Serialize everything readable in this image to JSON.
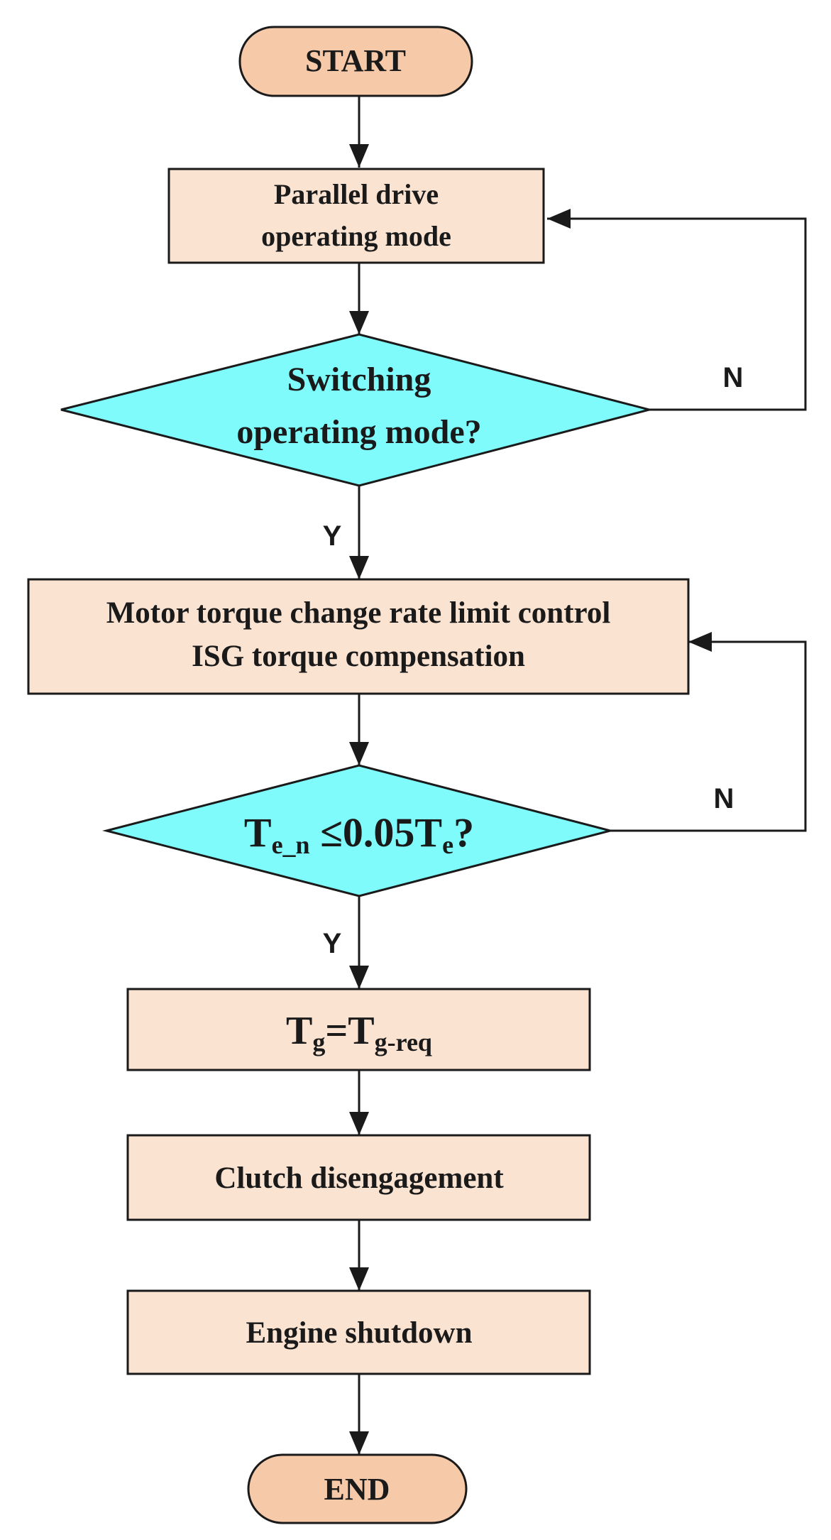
{
  "colors": {
    "terminal_fill": "#F6C9A8",
    "process_fill": "#FBE3D2",
    "decision_fill": "#7FFBFB",
    "stroke": "#1a1a1a",
    "background": "#FFFFFF"
  },
  "flowchart": {
    "start": "START",
    "parallel_drive": {
      "line1": "Parallel drive",
      "line2": "operating mode"
    },
    "decision_switching": {
      "line1": "Switching",
      "line2": "operating mode?"
    },
    "motor_torque": {
      "line1": "Motor torque change rate limit control",
      "line2": "ISG torque compensation"
    },
    "decision_torque": {
      "t1": "T",
      "t1_sub": "e_n",
      "op": " ≤0.05T",
      "t2_sub": "e",
      "end": "?"
    },
    "tg_assign": {
      "t1": "T",
      "t1_sub": "g",
      "eq": "=T",
      "t2_sub": "g-req"
    },
    "clutch": "Clutch disengagement",
    "engine": "Engine shutdown",
    "end": "END",
    "labels": {
      "no": "N",
      "yes": "Y"
    }
  }
}
